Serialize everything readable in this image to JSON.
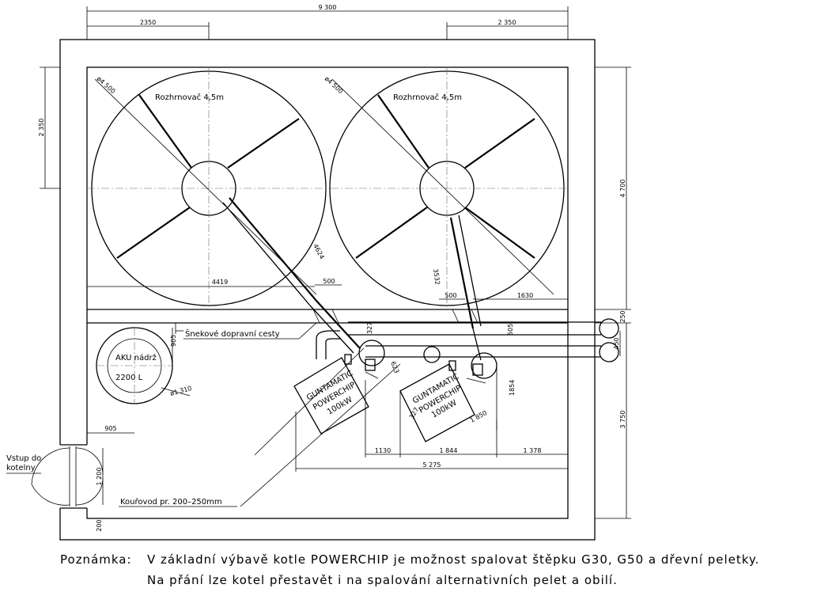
{
  "dimensions": {
    "total_width": "9 300",
    "left_top": "2350",
    "right_top": "2 350",
    "left_side": "2 350",
    "right_side_top": "4 700",
    "right_side_bottom": "3 750",
    "right_gap": "250",
    "right_small": "450",
    "circle1_diameter": "ø4 500",
    "circle2_diameter": "ø4 500",
    "length1": "4624",
    "length2": "3532",
    "dist_4419": "4419",
    "dist_500a": "500",
    "dist_500b": "500",
    "dist_1630": "1630",
    "dist_327a": "327",
    "dist_327b": "327",
    "dist_505": "505",
    "dist_623": "623",
    "dist_1854": "1854",
    "dist_1850": "1 850",
    "tank_905a": "905",
    "tank_905b": "905",
    "tank_diameter": "ø1 310",
    "door_1200": "1 200",
    "wall_200": "200",
    "bottom_1130": "1130",
    "bottom_1844": "1 844",
    "bottom_1378": "1 378",
    "bottom_5275": "5 275"
  },
  "labels": {
    "spreader1": "Rozhrnovač 4,5m",
    "spreader2": "Rozhrnovač 4,5m",
    "conveyor": "Šnekové dopravní cesty",
    "tank_line1": "AKU nádrž",
    "tank_line2": "2200 L",
    "entrance_line1": "Vstup do",
    "entrance_line2": "kotelny",
    "flue": "Kouřovod pr. 200–250mm",
    "boiler1_l1": "GUNTAMATIC",
    "boiler1_l2": "POWERCHIP",
    "boiler1_l3": "100kW",
    "boiler2_l1": "GUNTAMATIC",
    "boiler2_l2": "POWERCHIP",
    "boiler2_l3": "100kW"
  },
  "note": {
    "title": "Poznámka:",
    "line1": "V základní výbavě kotle POWERCHIP je možnost spalovat štěpku G30, G50 a dřevní peletky.",
    "line2": "Na přání lze kotel přestavět i na spalování alternativních pelet a obilí."
  }
}
